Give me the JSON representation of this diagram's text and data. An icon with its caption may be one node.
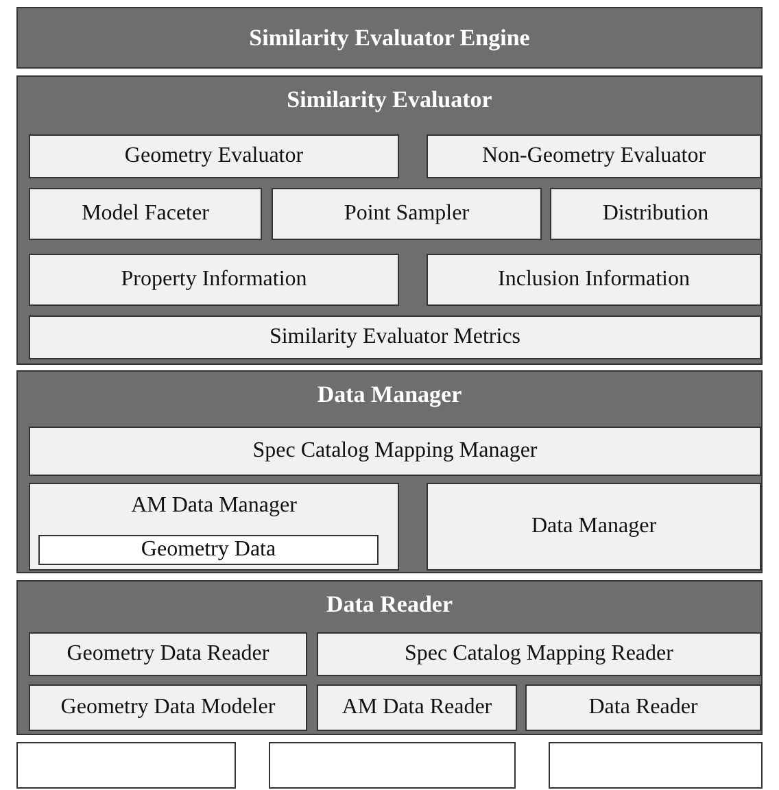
{
  "diagram": {
    "nodes": [
      {
        "text": [
          "Similarity Evaluator Engine"
        ]
      },
      {
        "text": [
          "Similarity Evaluator"
        ]
      },
      {
        "text": [
          "Geometry Evaluator"
        ],
        "in": 1
      },
      {
        "text": [
          "Non-Geometry Evaluator"
        ],
        "in": 1
      },
      {
        "text": [
          "Model Faceter"
        ],
        "in": 1
      },
      {
        "text": [
          "Point Sampler"
        ],
        "in": 1
      },
      {
        "text": [
          "Distribution"
        ],
        "in": 1
      },
      {
        "text": [
          "Property Information"
        ],
        "in": 1
      },
      {
        "text": [
          "Inclusion Information"
        ],
        "in": 1
      },
      {
        "text": [
          "Similarity Evaluator Metrics"
        ],
        "in": 1
      },
      {
        "text": [
          "Data Manager"
        ]
      },
      {
        "text": [
          "Spec Catalog Mapping Manager"
        ],
        "in": 10
      },
      {
        "text": [
          "AM Data Manager"
        ],
        "in": 10
      },
      {
        "text": [
          "Geometry Data"
        ],
        "in": 12
      },
      {
        "text": [
          "Data Manager"
        ],
        "in": 10
      },
      {
        "text": [
          "Data Reader"
        ]
      },
      {
        "text": [
          "Geometry Data Reader"
        ],
        "in": 15
      },
      {
        "text": [
          "Spec Catalog Mapping Reader"
        ],
        "in": 15
      },
      {
        "text": [
          "Geometry Data Modeler"
        ],
        "in": 15
      },
      {
        "text": [
          "AM Data Reader"
        ],
        "in": 15
      },
      {
        "text": [
          "Data Reader"
        ],
        "in": 15
      },
      {
        "text": [],
        "shape": "box"
      },
      {
        "text": [],
        "shape": "box"
      },
      {
        "text": [],
        "shape": "box"
      }
    ]
  }
}
